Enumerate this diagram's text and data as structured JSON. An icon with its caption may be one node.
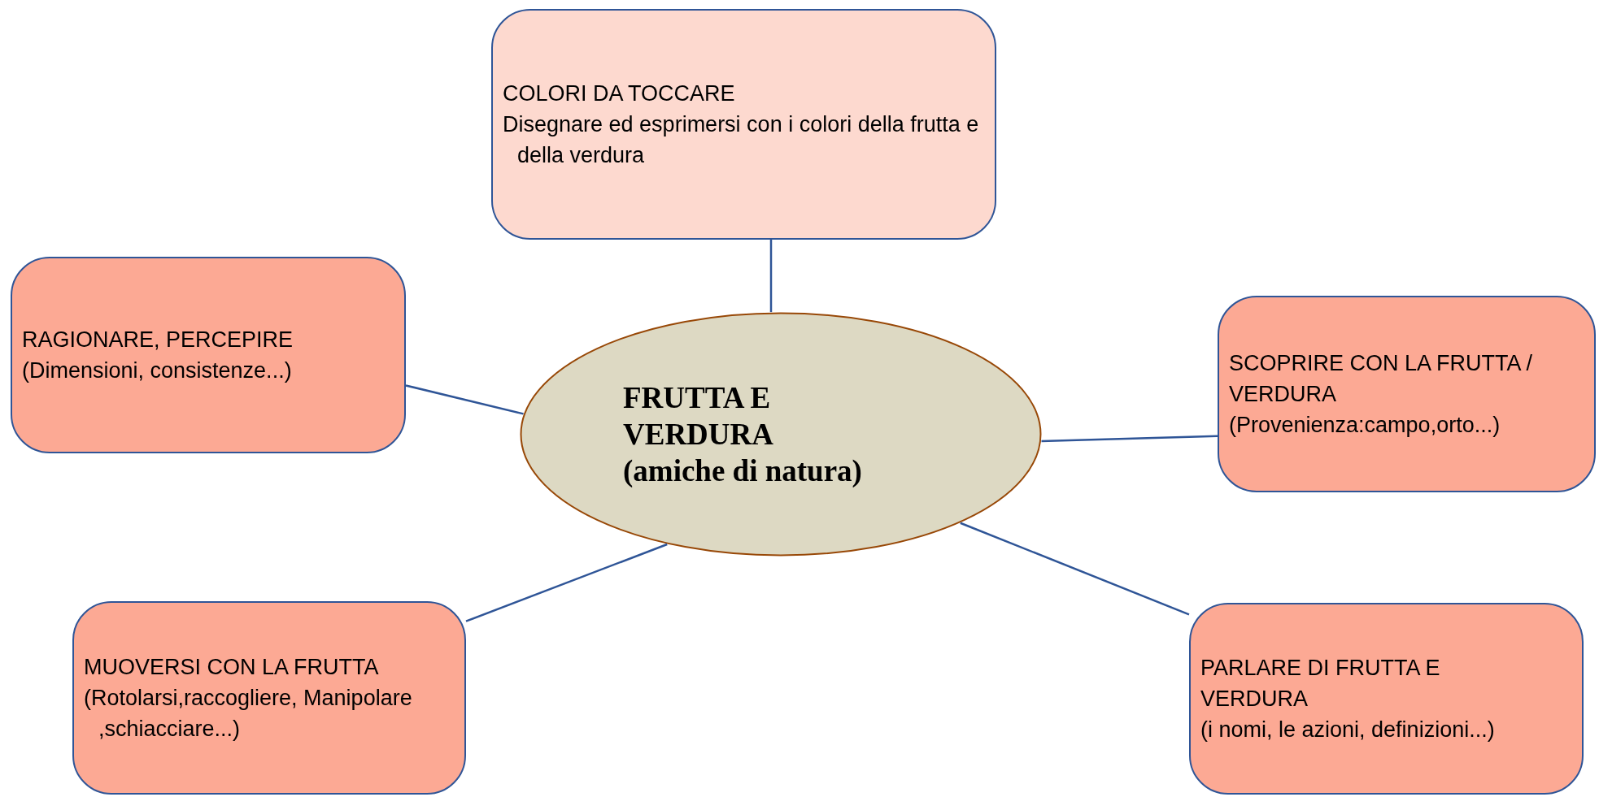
{
  "diagram": {
    "nodes": [
      {
        "text": [
          "COLORI DA TOCCARE",
          "Disegnare ed esprimersi con i colori della frutta e della verdura"
        ]
      },
      {
        "text": [
          "RAGIONARE, PERCEPIRE",
          "(Dimensioni, consistenze...)"
        ]
      },
      {
        "text": [
          "FRUTTA E VERDURA",
          "(amiche di natura)"
        ]
      },
      {
        "text": [
          "SCOPRIRE CON LA FRUTTA / VERDURA",
          "(Provenienza:campo,orto...)"
        ]
      },
      {
        "text": [
          "MUOVERSI CON LA FRUTTA",
          "(Rotolarsi,raccogliere, Manipolare ,schiacciare...)"
        ]
      },
      {
        "text": [
          "PARLARE DI FRUTTA E VERDURA",
          "(i nomi, le azioni, definizioni...)"
        ]
      }
    ],
    "edges": [
      {
        "from": 2,
        "to": 0,
        "arrow": "none"
      },
      {
        "from": 2,
        "to": 1,
        "arrow": "none"
      },
      {
        "from": 2,
        "to": 3,
        "arrow": "none"
      },
      {
        "from": 2,
        "to": 4,
        "arrow": "none"
      },
      {
        "from": 2,
        "to": 5,
        "arrow": "none"
      }
    ]
  }
}
